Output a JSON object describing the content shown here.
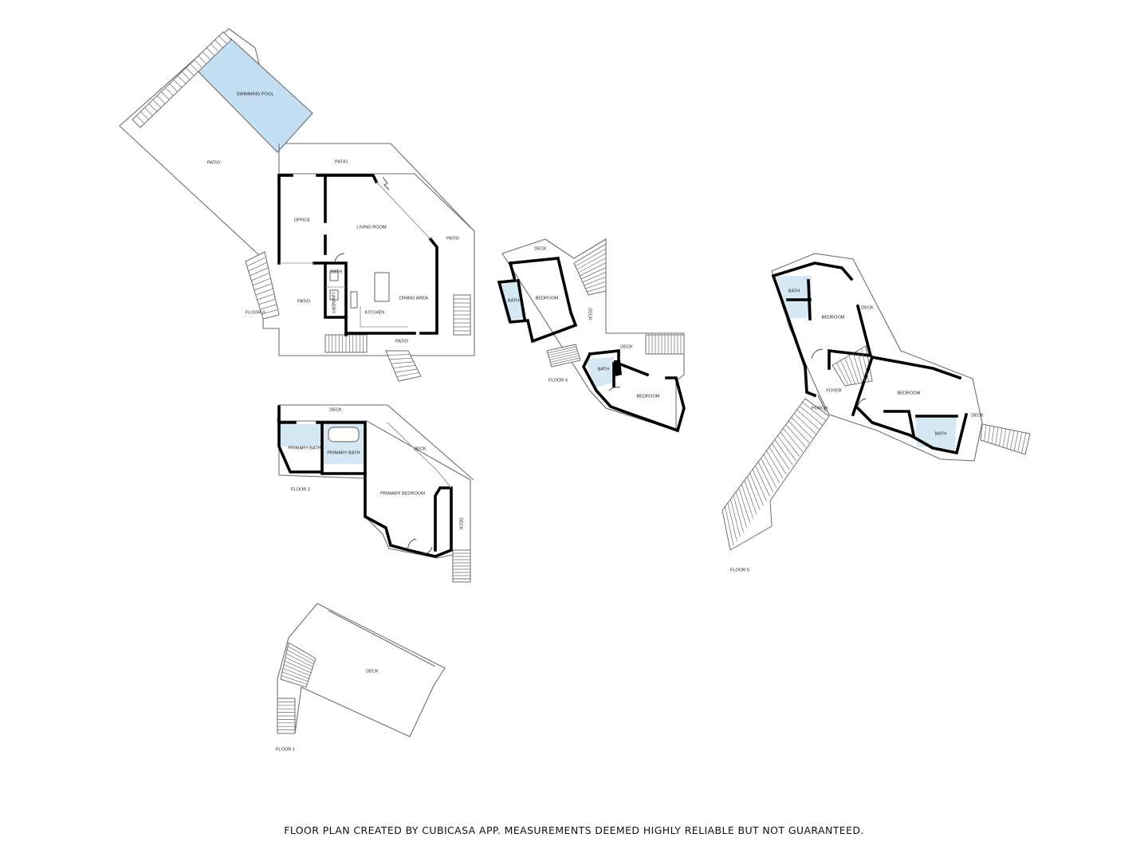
{
  "floors": {
    "floor1": {
      "name": "FLOOR 1",
      "rooms": {
        "deck": "DECK"
      }
    },
    "floor2": {
      "name": "FLOOR 2",
      "rooms": {
        "deck_top": "DECK",
        "deck_right": "DECK",
        "deck_side": "DECK",
        "primary_bath_a": "PRIMARY BATH",
        "primary_bath_b": "PRIMARY BATH",
        "primary_bedroom": "PRIMARY BEDROOM"
      }
    },
    "floor3": {
      "name": "FLOOR 3",
      "rooms": {
        "swimming_pool": "SWIMMING POOL",
        "patio_left": "PATIO",
        "patio_top": "PATIO",
        "patio_right": "PATIO",
        "patio_west": "PATIO",
        "patio_bottom": "PATIO",
        "office": "OFFICE",
        "living_room": "LIVING ROOM",
        "bath": "BATH",
        "laundry": "LAUNDRY",
        "kitchen": "KITCHEN",
        "dining_area": "DINING AREA"
      }
    },
    "floor4": {
      "name": "FLOOR 4",
      "rooms": {
        "deck_top": "DECK",
        "deck_side": "DECK",
        "deck_mid": "DECK",
        "bath_a": "BATH",
        "bedroom_a": "BEDROOM",
        "bath_b": "BATH",
        "bedroom_b": "BEDROOM"
      }
    },
    "floor5": {
      "name": "FLOOR 5",
      "rooms": {
        "bath_a": "BATH",
        "bedroom_a": "BEDROOM",
        "deck_a": "DECK",
        "foyer": "FOYER",
        "porch": "PORCH",
        "bedroom_b": "BEDROOM",
        "bath_b": "BATH",
        "deck_b": "DECK"
      }
    }
  },
  "footer": "FLOOR PLAN CREATED BY CUBICASA APP. MEASUREMENTS DEEMED HIGHLY RELIABLE BUT NOT GUARANTEED."
}
